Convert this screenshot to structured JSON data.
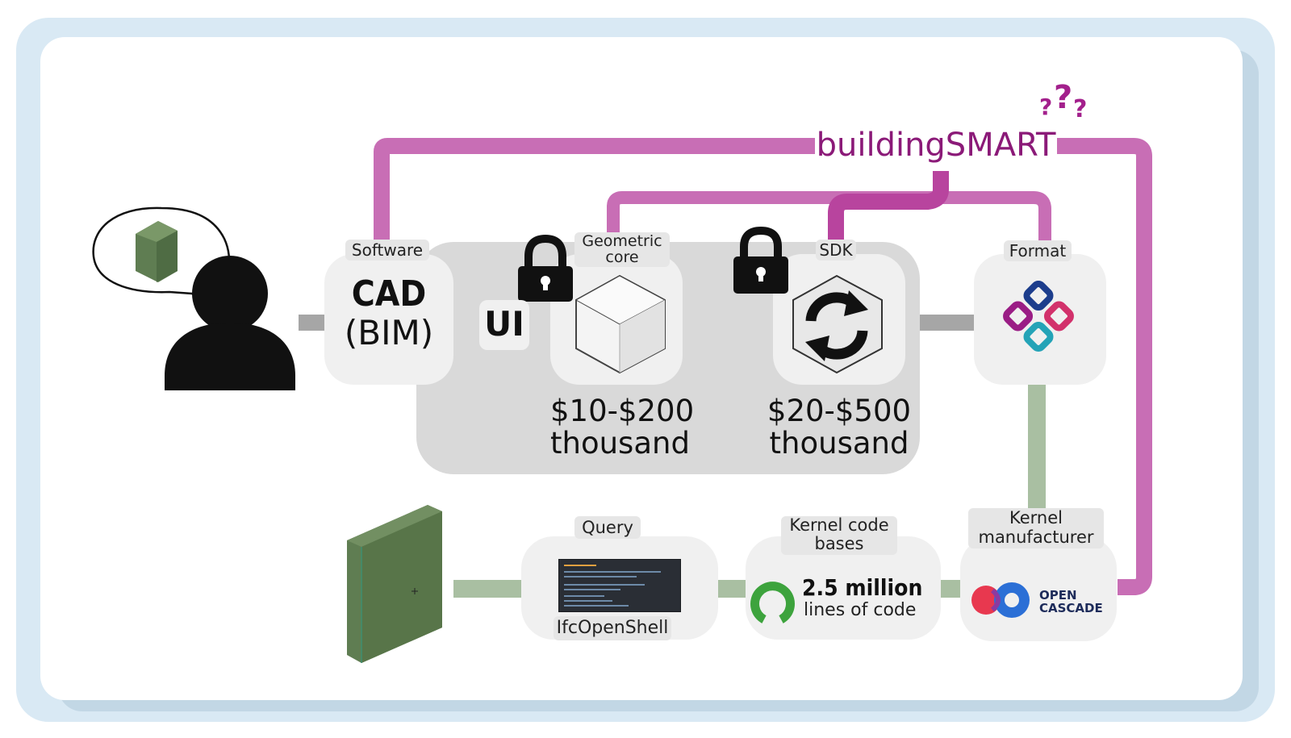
{
  "labels": {
    "software": "Software",
    "geometric_core": "Geometric core",
    "geometric_core_line1": "Geometric",
    "geometric_core_line2": "core",
    "sdk": "SDK",
    "format": "Format",
    "query": "Query",
    "ifcopenshell": "IfcOpenShell",
    "kernel_code_bases_line1": "Kernel code",
    "kernel_code_bases_line2": "bases",
    "kernel_manufacturer_line1": "Kernel",
    "kernel_manufacturer_line2": "manufacturer"
  },
  "cad": {
    "title": "CAD",
    "subtitle": "(BIM)"
  },
  "ui_label": "UI",
  "prices": {
    "geometric_core": {
      "line1": "$10-$200",
      "line2": "thousand"
    },
    "sdk": {
      "line1": "$20-$500",
      "line2": "thousand"
    }
  },
  "organization": "buildingSMART",
  "question_marks": [
    "?",
    "?",
    "?"
  ],
  "code_stats": {
    "value": "2.5 million",
    "unit": "lines of code"
  },
  "kernel_logo": {
    "line1": "OPEN",
    "line2": "CASCADE"
  },
  "icons": {
    "person": "person-icon",
    "speech_bubble": "speech-bubble-icon",
    "lock": "lock-icon",
    "cube": "cube-icon",
    "sync": "sync-icon",
    "ifc_logo": "ifc-logo-icon",
    "open_source": "open-source-icon",
    "open_cascade": "open-cascade-logo"
  },
  "colors": {
    "pink_connector": "#c86eb5",
    "magenta_connector": "#b8449e",
    "gray_connector": "#a6a6a6",
    "green_connector": "#a9bfa2",
    "brand_text": "#8b1a78",
    "frame_blue": "#d9e9f4",
    "block_green": "#5f7d52"
  }
}
